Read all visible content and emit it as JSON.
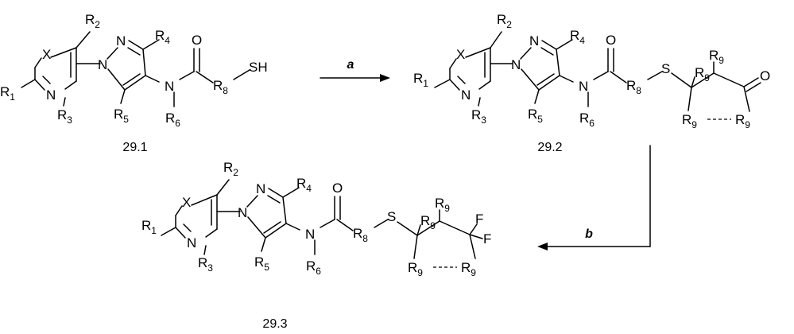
{
  "arrow_a": "a",
  "arrow_b": "b",
  "compounds": [
    {
      "caption": "29.1",
      "atoms": {
        "R1": "R1",
        "R2": "R2",
        "R3": "R3",
        "R4": "R4",
        "R5": "R5",
        "R6": "R6",
        "R8": "R8",
        "X": "X",
        "N_ring": "N",
        "N1": "N",
        "N2": "N",
        "N_amide": "N",
        "O": "O",
        "SH": "SH"
      }
    },
    {
      "caption": "29.2",
      "atoms": {
        "R1": "R1",
        "R2": "R2",
        "R3": "R3",
        "R4": "R4",
        "R5": "R5",
        "R6": "R6",
        "R8": "R8",
        "R9": "R9",
        "X": "X",
        "N_ring": "N",
        "N1": "N",
        "N2": "N",
        "N_amide": "N",
        "O": "O",
        "S": "S",
        "O_ketone": "O"
      }
    },
    {
      "caption": "29.3",
      "atoms": {
        "R1": "R1",
        "R2": "R2",
        "R3": "R3",
        "R4": "R4",
        "R5": "R5",
        "R6": "R6",
        "R8": "R8",
        "R9": "R9",
        "X": "X",
        "N_ring": "N",
        "N1": "N",
        "N2": "N",
        "N_amide": "N",
        "O": "O",
        "S": "S",
        "F": "F"
      }
    }
  ]
}
